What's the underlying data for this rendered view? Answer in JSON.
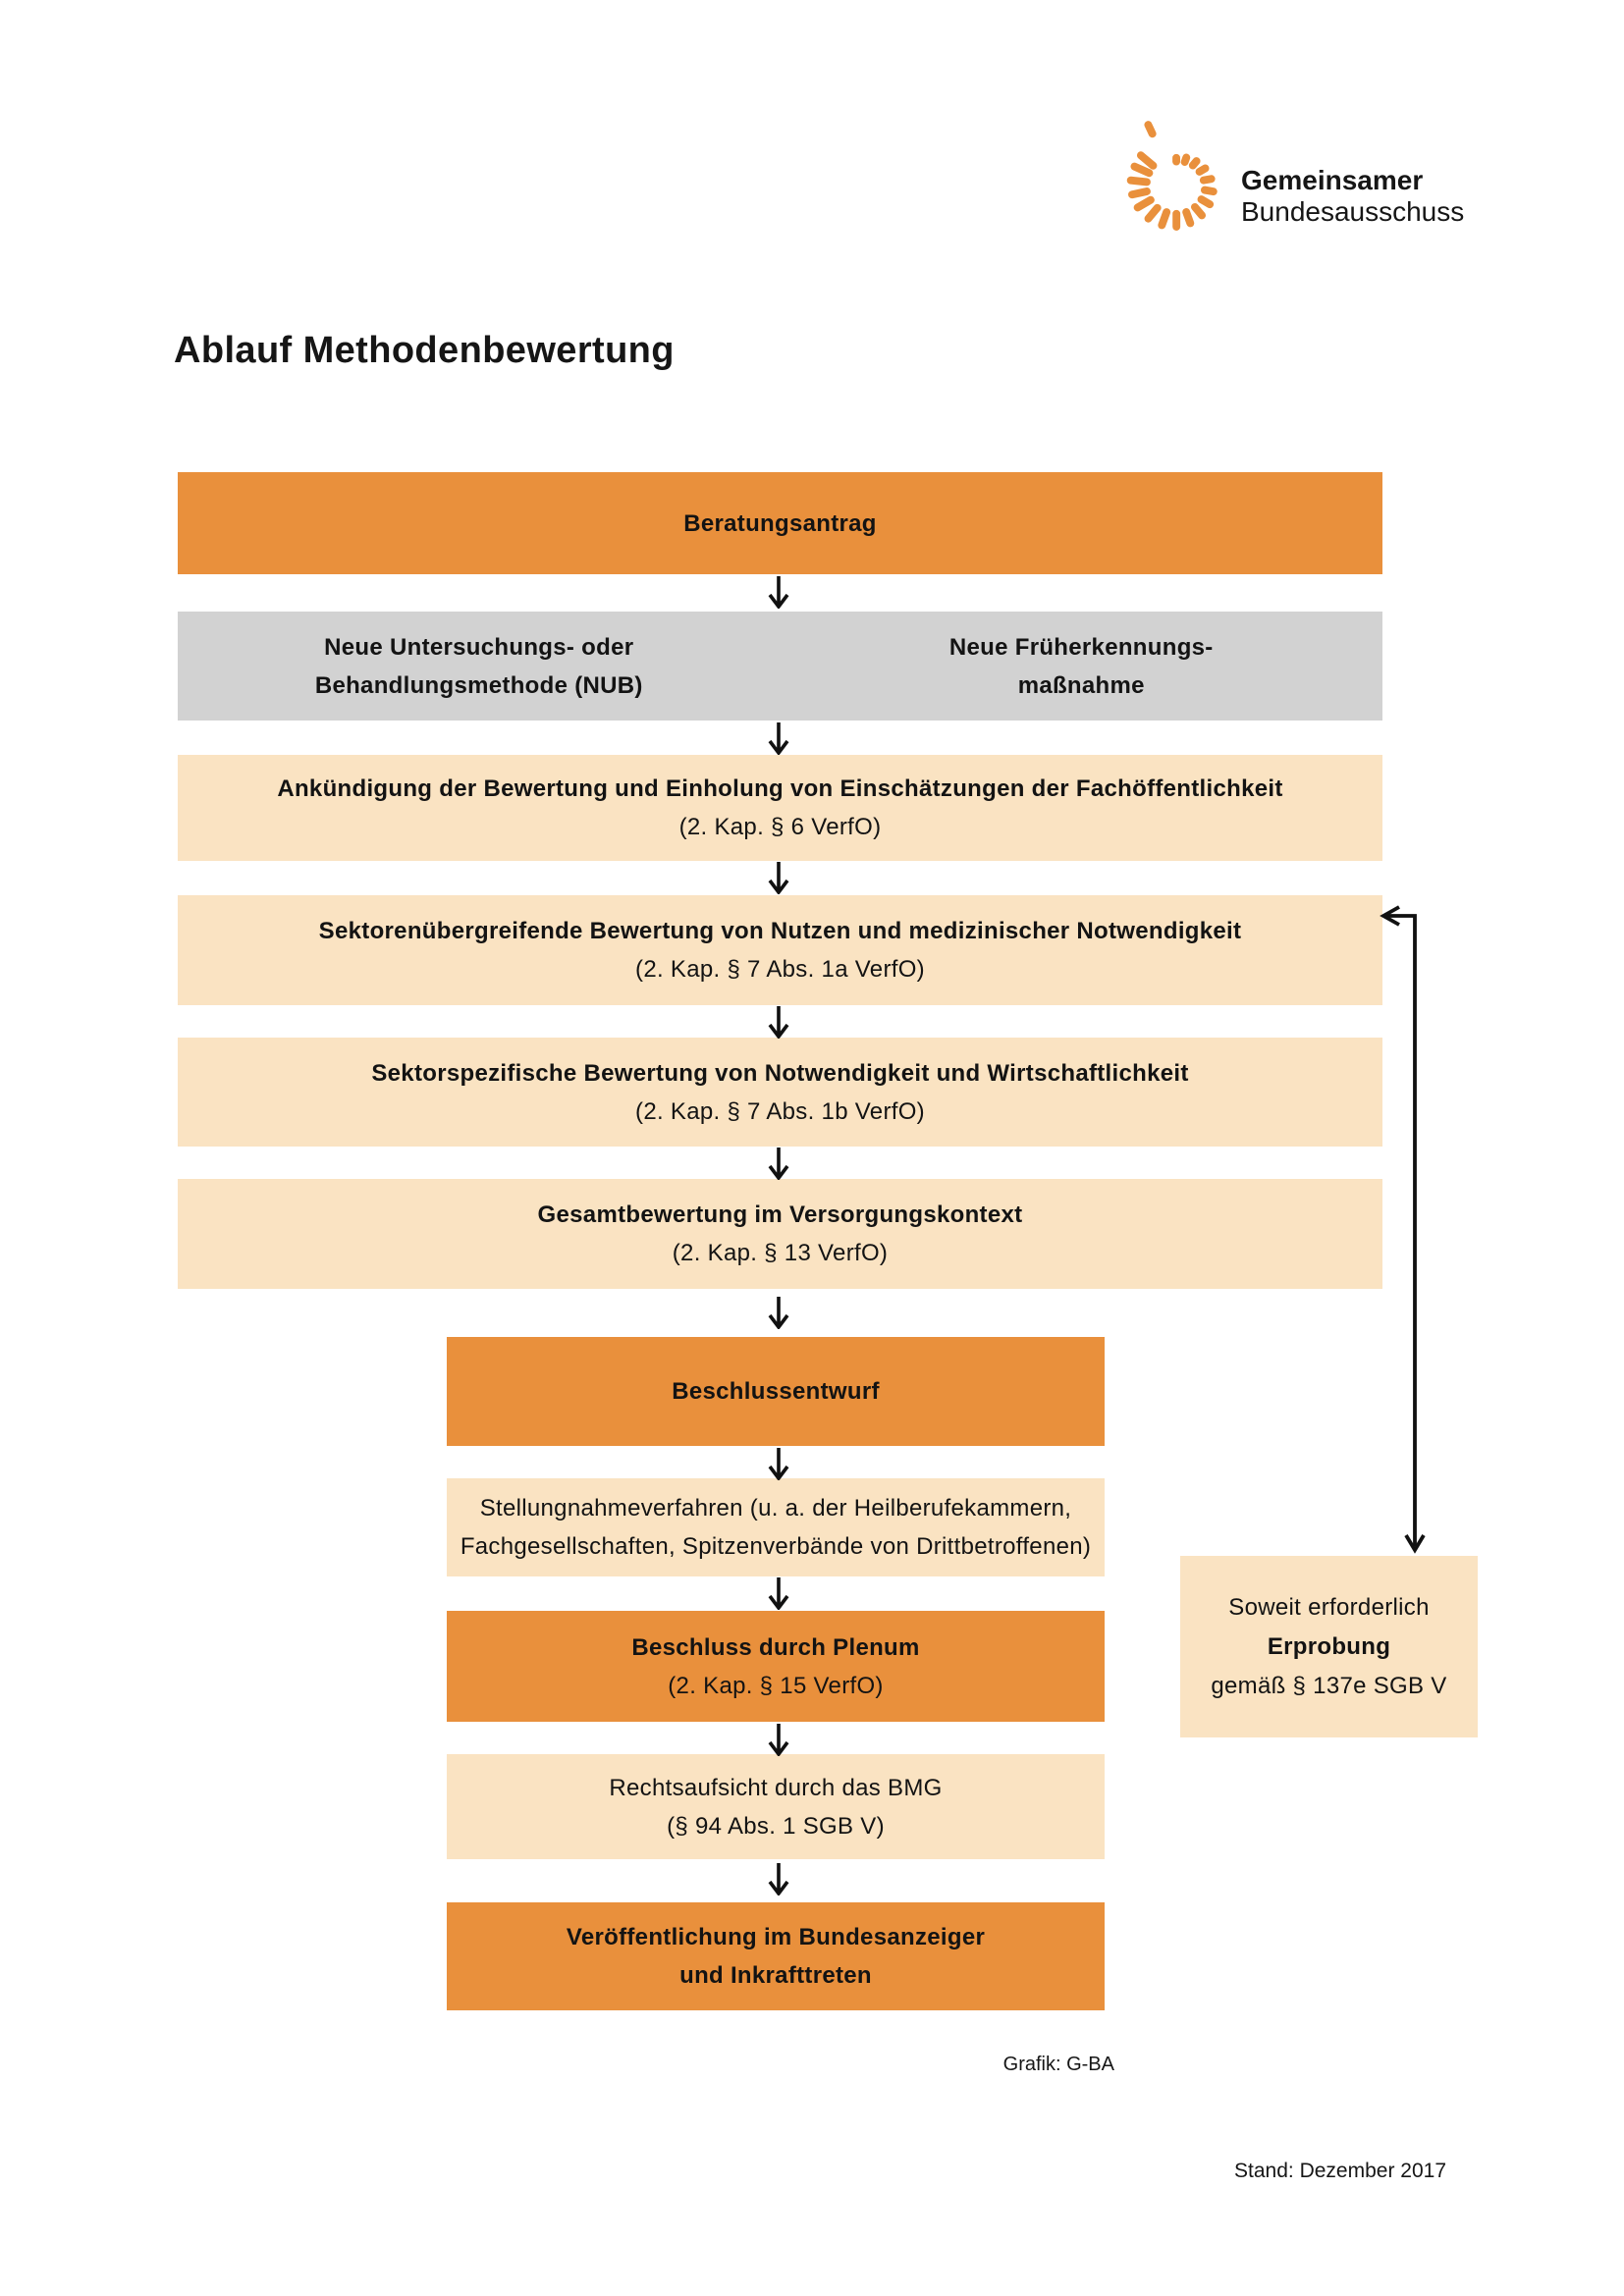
{
  "header": {
    "logo": {
      "icon": "gba-spiral-icon",
      "line1": "Gemeinsamer",
      "line2": "Bundesausschuss"
    },
    "title": "Ablauf Methodenbewertung"
  },
  "colors": {
    "orange": "#E9903C",
    "beige": "#FAE3C2",
    "gray": "#D2D2D2",
    "line": "#111111"
  },
  "icons": {
    "logo": "gba-spiral-icon",
    "flow_arrow": "down-arrow-icon",
    "feedback_connector": "erprobung-feedback-connector"
  },
  "flow": {
    "boxes": [
      {
        "name": "beratungsantrag",
        "style": "orange",
        "lines": [
          "Beratungsantrag"
        ]
      },
      {
        "name": "neue-methoden",
        "style": "gray",
        "left": [
          "Neue Untersuchungs- oder",
          "Behandlungsmethode (NUB)"
        ],
        "right": [
          "Neue Früherkennungs-",
          "maßnahme"
        ]
      },
      {
        "name": "ankuendigung",
        "style": "beige",
        "lines": [
          "Ankündigung der Bewertung und Einholung von Einschätzungen der Fachöffentlichkeit",
          "(2. Kap. § 6 VerfO)"
        ]
      },
      {
        "name": "sektorenuebergreifende-bewertung",
        "style": "beige",
        "lines": [
          "Sektorenübergreifende Bewertung von Nutzen und medizinischer Notwendigkeit",
          "(2. Kap. § 7 Abs. 1a VerfO)"
        ]
      },
      {
        "name": "sektorspezifische-bewertung",
        "style": "beige",
        "lines": [
          "Sektorspezifische Bewertung von Notwendigkeit und Wirtschaftlichkeit",
          "(2. Kap. § 7 Abs. 1b VerfO)"
        ]
      },
      {
        "name": "gesamtbewertung",
        "style": "beige",
        "lines": [
          "Gesamtbewertung im Versorgungskontext",
          "(2. Kap. § 13 VerfO)"
        ]
      },
      {
        "name": "beschlussentwurf",
        "style": "orange",
        "lines": [
          "Beschlussentwurf"
        ]
      },
      {
        "name": "stellungnahmeverfahren",
        "style": "beige",
        "lines": [
          "Stellungnahmeverfahren (u. a. der Heilberufekammern,",
          "Fachgesellschaften, Spitzenverbände von Drittbetroffenen)"
        ]
      },
      {
        "name": "beschluss-plenum",
        "style": "orange",
        "lines": [
          "Beschluss durch Plenum",
          "(2. Kap. § 15 VerfO)"
        ]
      },
      {
        "name": "rechtsaufsicht",
        "style": "beige",
        "lines": [
          "Rechtsaufsicht durch das BMG",
          "(§ 94 Abs. 1 SGB V)"
        ]
      },
      {
        "name": "veroeffentlichung",
        "style": "orange",
        "lines": [
          "Veröffentlichung im Bundesanzeiger",
          "und Inkrafttreten"
        ]
      }
    ],
    "side_box": {
      "name": "erprobung",
      "lines": [
        "Soweit erforderlich",
        "Erprobung",
        "gemäß § 137e SGB V"
      ]
    }
  },
  "footer": {
    "credit": "Grafik: G-BA",
    "stand": "Stand: Dezember 2017"
  }
}
